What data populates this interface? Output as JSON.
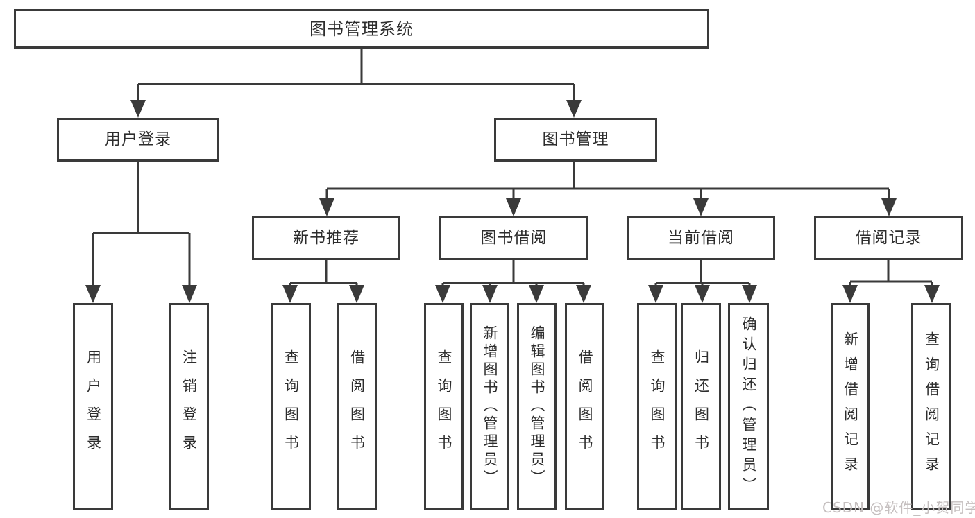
{
  "tree": {
    "label": "图书管理系统",
    "children": [
      {
        "label": "用户登录",
        "children": [
          {
            "label": "用户登录"
          },
          {
            "label": "注销登录"
          }
        ]
      },
      {
        "label": "图书管理",
        "children": [
          {
            "label": "新书推荐",
            "children": [
              {
                "label": "查询图书"
              },
              {
                "label": "借阅图书"
              }
            ]
          },
          {
            "label": "图书借阅",
            "children": [
              {
                "label": "查询图书"
              },
              {
                "label": "新增图书（管理员）"
              },
              {
                "label": "编辑图书（管理员）"
              },
              {
                "label": "借阅图书"
              }
            ]
          },
          {
            "label": "当前借阅",
            "children": [
              {
                "label": "查询图书"
              },
              {
                "label": "归还图书"
              },
              {
                "label": "确认归还（管理员）"
              }
            ]
          },
          {
            "label": "借阅记录",
            "children": [
              {
                "label": "新增借阅记录"
              },
              {
                "label": "查询借阅记录"
              }
            ]
          }
        ]
      }
    ]
  },
  "watermark": {
    "text": "CSDN @软件_小贺同学"
  },
  "colors": {
    "line": "#3a3a3a",
    "box_border": "#3a3a3a",
    "text": "#2d2d2d",
    "background": "#ffffff",
    "watermark": "#c5bfbf"
  }
}
